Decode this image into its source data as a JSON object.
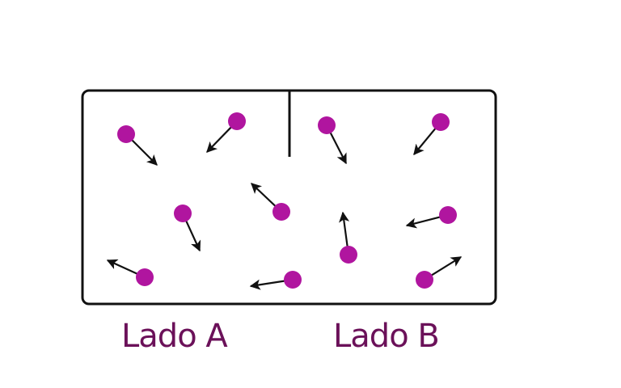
{
  "labels": {
    "side_a": "Lado A",
    "side_b": "Lado B"
  },
  "colors": {
    "particle": "#b0159f",
    "arrow": "#111111",
    "container": "#111111",
    "label": "#6b1159"
  },
  "icons": {
    "particle": "filled-circle",
    "velocity": "arrow"
  }
}
